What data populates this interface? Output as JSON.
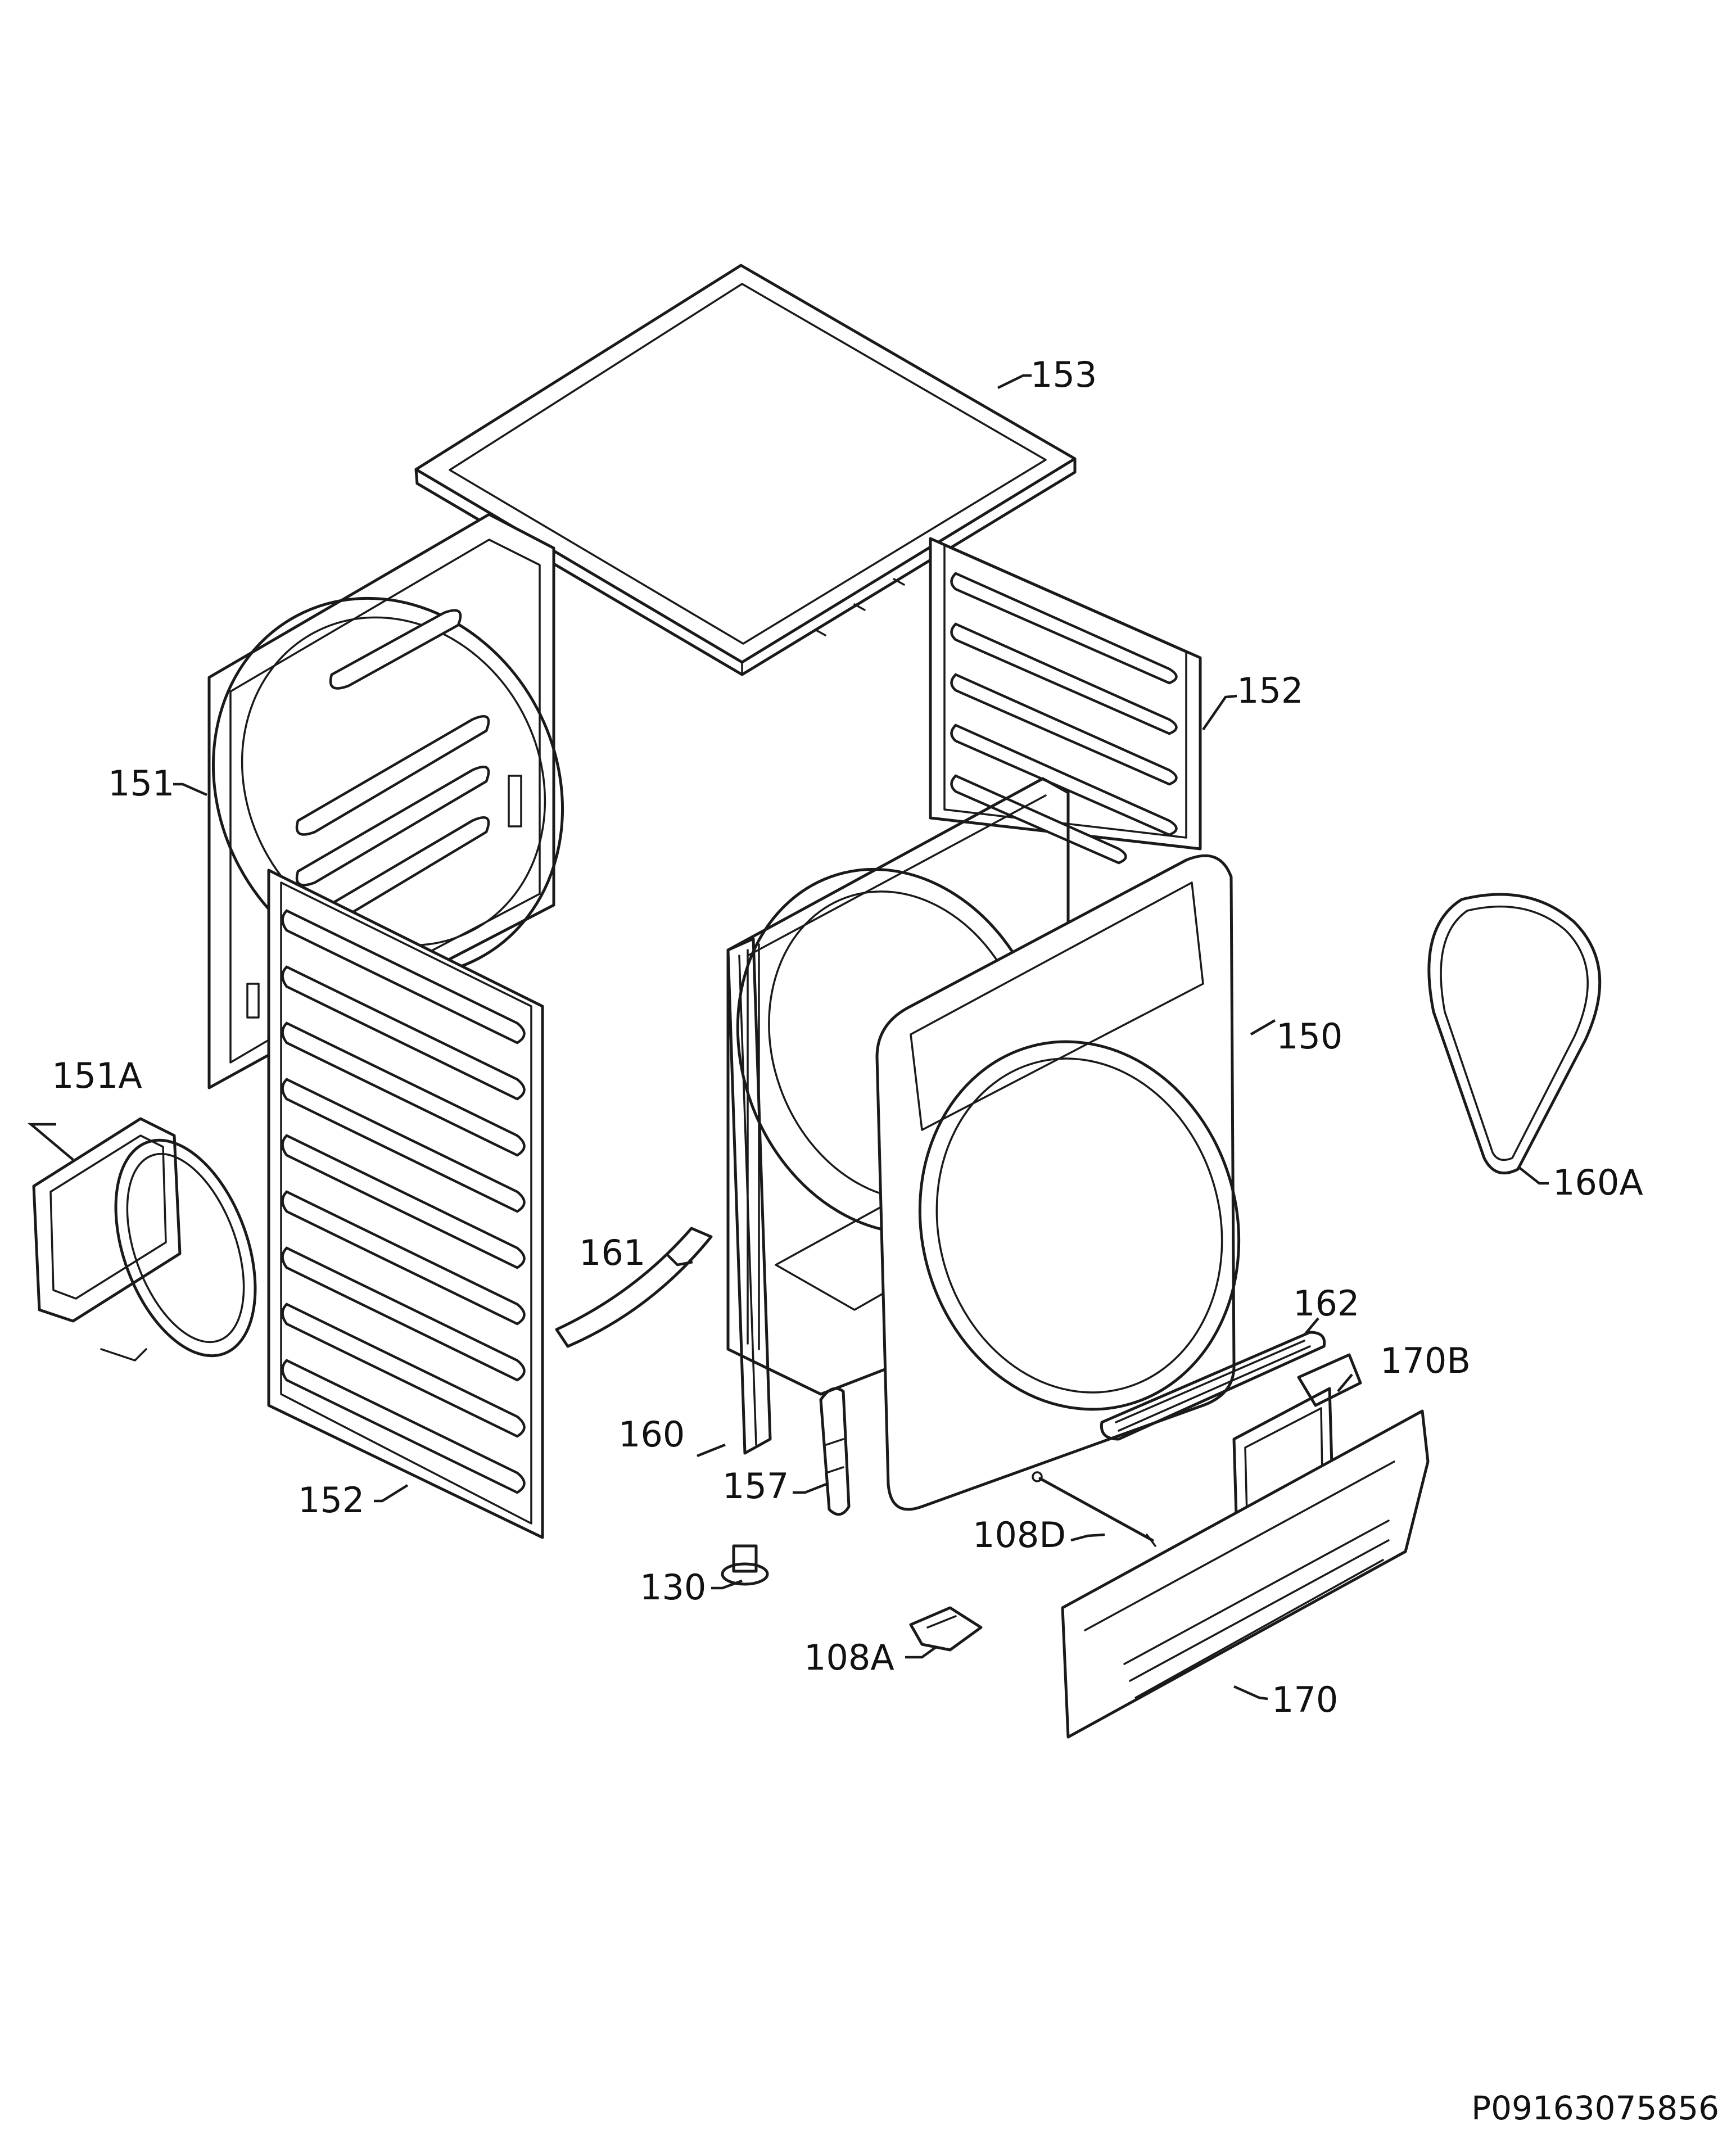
{
  "diagram": {
    "labels": [
      {
        "id": "153",
        "text": "153"
      },
      {
        "id": "152-right",
        "text": "152"
      },
      {
        "id": "151",
        "text": "151"
      },
      {
        "id": "150",
        "text": "150"
      },
      {
        "id": "151A",
        "text": "151A"
      },
      {
        "id": "160A",
        "text": "160A"
      },
      {
        "id": "161",
        "text": "161"
      },
      {
        "id": "162",
        "text": "162"
      },
      {
        "id": "170B",
        "text": "170B"
      },
      {
        "id": "160",
        "text": "160"
      },
      {
        "id": "157",
        "text": "157"
      },
      {
        "id": "152-left",
        "text": "152"
      },
      {
        "id": "108D",
        "text": "108D"
      },
      {
        "id": "130",
        "text": "130"
      },
      {
        "id": "108A",
        "text": "108A"
      },
      {
        "id": "170",
        "text": "170"
      }
    ],
    "drawing_code": "P09163075856"
  }
}
